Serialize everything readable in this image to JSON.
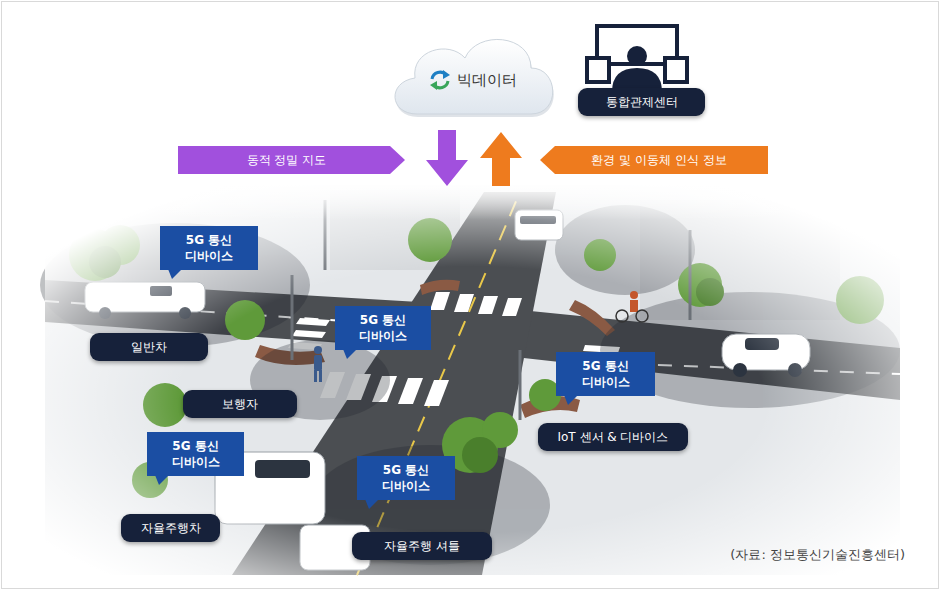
{
  "diagram": {
    "caption": "(자료: 정보통신기술진흥센터)",
    "nodes": [
      {
        "text": [
          "빅데이터"
        ]
      },
      {
        "text": [
          "통합관제센터"
        ]
      },
      {
        "text": [
          "동적 정밀 지도"
        ]
      },
      {
        "text": [
          "환경 및 이동체 인식 정보"
        ]
      },
      {
        "text": [
          "5G 통신 디바이스"
        ]
      },
      {
        "text": [
          "일반차"
        ]
      },
      {
        "text": [
          "5G 통신 디바이스"
        ]
      },
      {
        "text": [
          "보행자"
        ]
      },
      {
        "text": [
          "5G 통신 디바이스"
        ]
      },
      {
        "text": [
          "IoT 센서 & 디바이스"
        ]
      },
      {
        "text": [
          "5G 통신 디바이스"
        ]
      },
      {
        "text": [
          "자율주행차"
        ]
      },
      {
        "text": [
          "5G 통신 디바이스"
        ]
      },
      {
        "text": [
          "자율주행 셔틀"
        ]
      }
    ]
  }
}
